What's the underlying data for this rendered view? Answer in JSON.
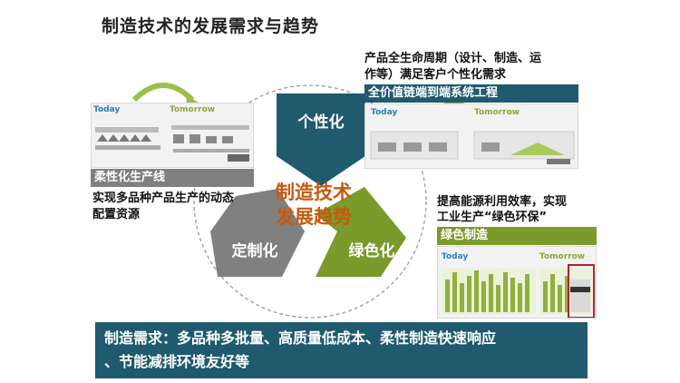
{
  "title": "制造技术的发展需求与趋势",
  "center": {
    "line1": "制造技术",
    "line2": "发展趋势"
  },
  "segments": {
    "top": "个性化",
    "left": "定制化",
    "right": "绿色化"
  },
  "left_panel": {
    "today": "Today",
    "tomorrow": "Tomorrow",
    "band": "柔性化生产线",
    "desc_line1": "实现多品种产品生产的动态",
    "desc_line2": "配置资源"
  },
  "top_right_panel": {
    "desc_line1": "产品全生命周期（设计、制造、运",
    "desc_line2": "作等）满足客户个性化需求",
    "band": "全价值链端到端系统工程",
    "today": "Today",
    "tomorrow": "Tomorrow"
  },
  "bottom_right_panel": {
    "desc_line1": "提高能源利用效率，实现",
    "desc_line2": "工业生产“绿色环保”",
    "band": "绿色制造",
    "today": "Today",
    "tomorrow": "Tomorrow"
  },
  "demand": {
    "line1": "制造需求：多品种多批量、高质量低成本、柔性制造快速响应",
    "line2": "、节能减排环境友好等"
  },
  "colors": {
    "teal": "#1f5a6e",
    "gray": "#808080",
    "green": "#7a9a2c",
    "orange": "#c65a0e"
  }
}
